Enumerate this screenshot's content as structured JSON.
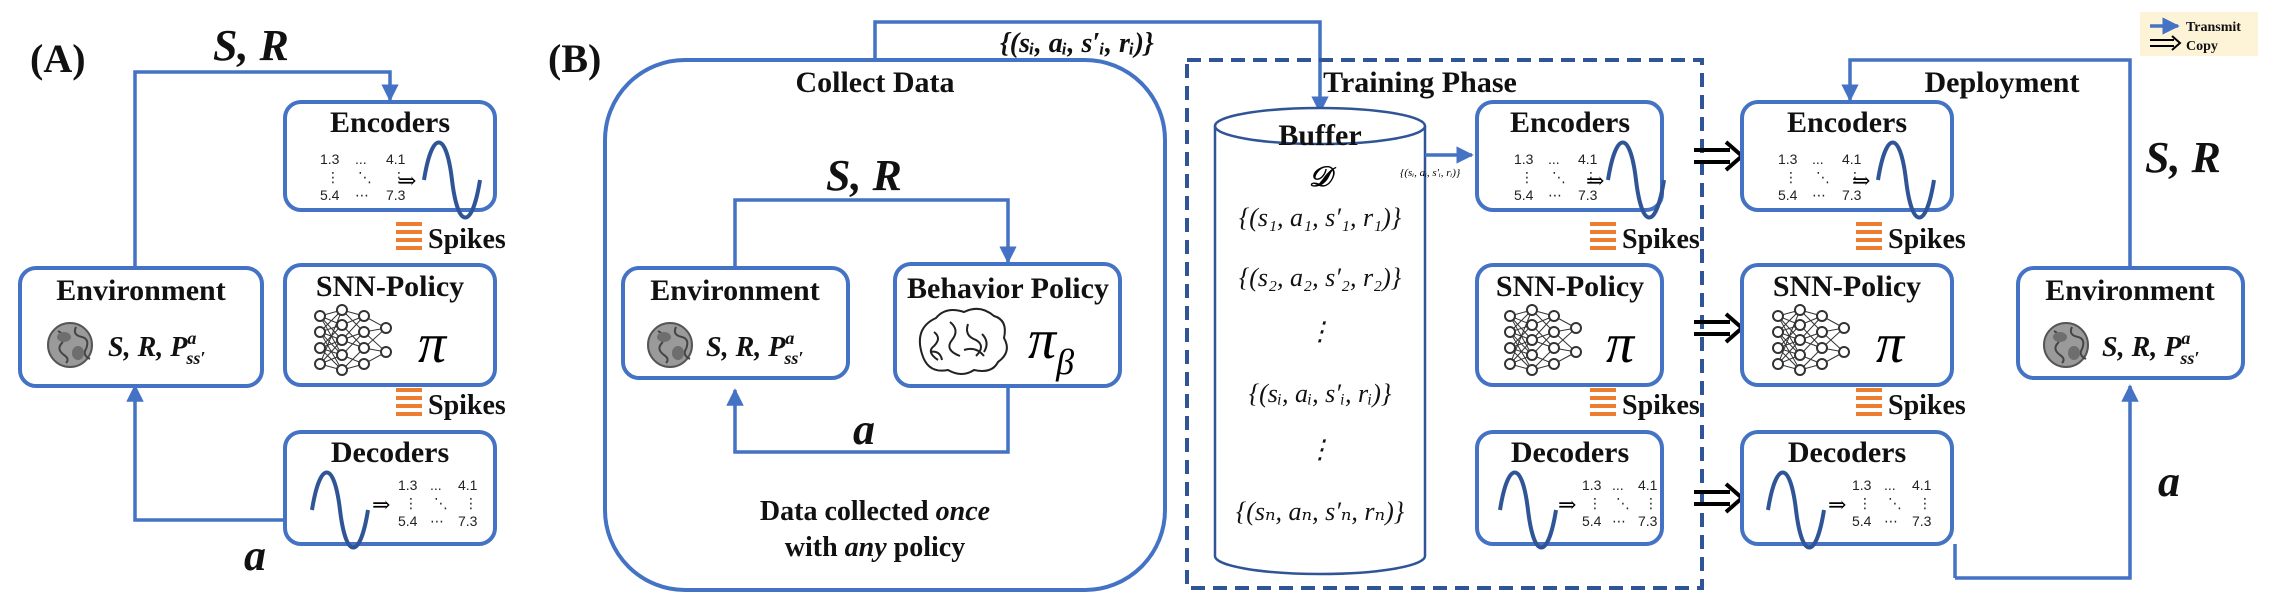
{
  "panels": {
    "a": "(A)",
    "b": "(B)"
  },
  "legend": {
    "transmit": "Transmit",
    "copy": "Copy"
  },
  "labels": {
    "encoders": "Encoders",
    "snn_policy": "SNN-Policy",
    "decoders": "Decoders",
    "environment": "Environment",
    "behavior_policy": "Behavior Policy",
    "spikes": "Spikes",
    "buffer": "Buffer",
    "dataset": "𝒟",
    "collect_data": "Collect Data",
    "training_phase": "Training Phase",
    "deployment": "Deployment",
    "state_reward": "S, R",
    "action": "a",
    "pi": "π",
    "pi_beta": "π",
    "pi_beta_sub": "β",
    "env_params": "S, R, P",
    "env_params_sup": "a",
    "env_params_sub": "ss′",
    "transition_set": "{(sᵢ, aᵢ, s′ᵢ, rᵢ)}",
    "transition_small": "{(sᵢ, aᵢ, s′ᵢ, rᵢ)}",
    "bottom_note_1": "Data collected once",
    "bottom_note_1_plain": "Data collected ",
    "bottom_note_1_em": "once",
    "bottom_note_2_pre": "with ",
    "bottom_note_2_em": "any",
    "bottom_note_2_post": " policy"
  },
  "matrix": {
    "tl": "1.3",
    "dots_h": "...",
    "tr": "4.1",
    "v": "⋮",
    "d": "⋱",
    "bl": "5.4",
    "dots_c": "⋯",
    "br": "7.3",
    "arrow": "⇒"
  },
  "buffer_rows": [
    "{(s₁, a₁, s′₁, r₁)}",
    "{(s₂, a₂, s′₂, r₂)}",
    "⋮",
    "{(sᵢ, aᵢ, s′ᵢ, rᵢ)}",
    "⋮",
    "{(sₙ, aₙ, s′ₙ, rₙ)}"
  ],
  "colors": {
    "accent": "#4472c4",
    "spike": "#ed7d31",
    "legend_bg": "#fdf3d7"
  }
}
